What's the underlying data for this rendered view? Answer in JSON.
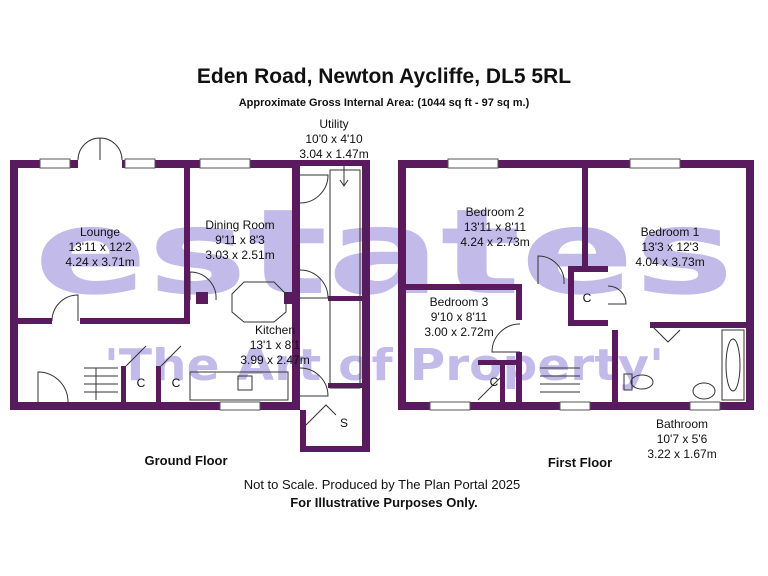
{
  "header": {
    "title": "Eden Road, Newton Aycliffe, DL5 5RL",
    "subtitle": "Approximate Gross Internal Area: (1044 sq ft - 97 sq m.)"
  },
  "watermark": {
    "brand": "estates",
    "tagline": "'The Art of Property'",
    "color": "#b8b0e6"
  },
  "colors": {
    "wall": "#5a1a5e"
  },
  "ground_floor": {
    "label": "Ground Floor",
    "rooms": {
      "utility": {
        "name": "Utility",
        "imperial": "10'0 x 4'10",
        "metric": "3.04 x 1.47m"
      },
      "lounge": {
        "name": "Lounge",
        "imperial": "13'11 x 12'2",
        "metric": "4.24 x 3.71m"
      },
      "dining": {
        "name": "Dining Room",
        "imperial": "9'11 x 8'3",
        "metric": "3.03 x 2.51m"
      },
      "kitchen": {
        "name": "Kitchen",
        "imperial": "13'1 x 8'1",
        "metric": "3.99 x 2.47m"
      }
    },
    "cupboard_label": "C",
    "store_label": "S"
  },
  "first_floor": {
    "label": "First Floor",
    "rooms": {
      "bedroom2": {
        "name": "Bedroom 2",
        "imperial": "13'11 x 8'11",
        "metric": "4.24 x 2.73m"
      },
      "bedroom1": {
        "name": "Bedroom 1",
        "imperial": "13'3 x 12'3",
        "metric": "4.04 x 3.73m"
      },
      "bedroom3": {
        "name": "Bedroom 3",
        "imperial": "9'10 x 8'11",
        "metric": "3.00 x 2.72m"
      },
      "bathroom": {
        "name": "Bathroom",
        "imperial": "10'7 x 5'6",
        "metric": "3.22 x 1.67m"
      }
    },
    "cupboard_label": "C"
  },
  "footer": {
    "note": "Not to Scale. Produced by The Plan Portal 2025",
    "disclaimer": "For Illustrative Purposes Only."
  }
}
